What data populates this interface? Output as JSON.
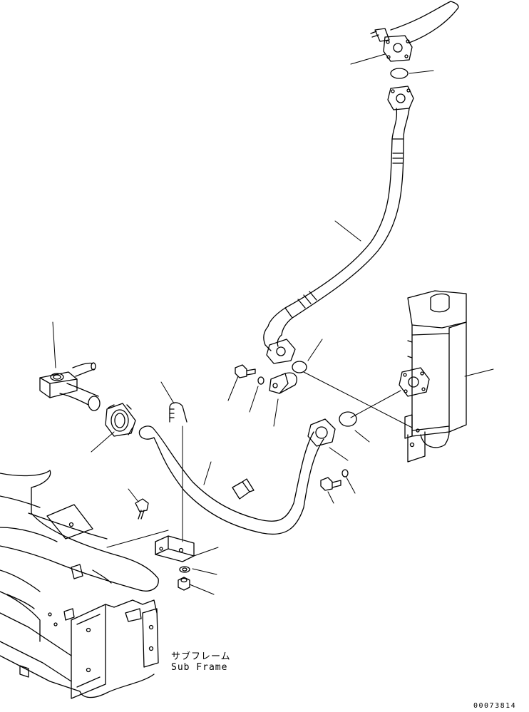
{
  "labels": {
    "sub_frame_jp": "サブフレーム",
    "sub_frame_en": "Sub Frame",
    "drawing_number": "00073814"
  },
  "colors": {
    "line": "#000000",
    "background": "#ffffff"
  }
}
